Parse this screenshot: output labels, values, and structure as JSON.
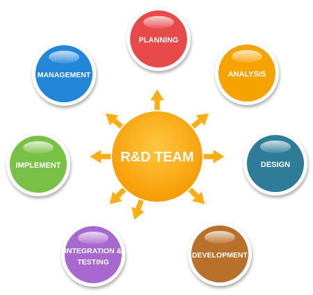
{
  "center": {
    "label": "R&D TEAM",
    "color": "#ffaa00"
  },
  "nodes": [
    {
      "id": "planning",
      "label_lines": [
        "PLANNING"
      ],
      "color": "#e8484a",
      "icon": "red-circle"
    },
    {
      "id": "analysis",
      "label_lines": [
        "ANALYSIS"
      ],
      "color": "#f6a300",
      "icon": "orange-circle"
    },
    {
      "id": "design",
      "label_lines": [
        "DESIGN"
      ],
      "color": "#2f7c97",
      "icon": "teal-circle"
    },
    {
      "id": "development",
      "label_lines": [
        "DEVELOPMENT"
      ],
      "color": "#b8702a",
      "icon": "brown-circle"
    },
    {
      "id": "integration",
      "label_lines": [
        "INTEGRATION &",
        "TESTING"
      ],
      "color": "#a768cf",
      "icon": "purple-circle"
    },
    {
      "id": "implement",
      "label_lines": [
        "IMPLEMENT"
      ],
      "color": "#79c046",
      "icon": "green-circle"
    },
    {
      "id": "management",
      "label_lines": [
        "MANAGEMENT"
      ],
      "color": "#2387d8",
      "icon": "blue-circle"
    }
  ]
}
